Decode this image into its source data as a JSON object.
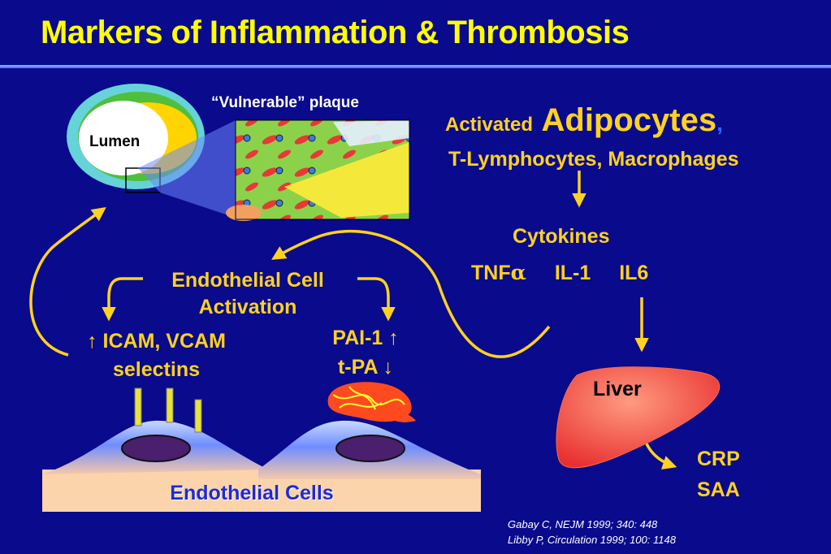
{
  "slide": {
    "title": "Markers of Inflammation & Thrombosis",
    "colors": {
      "background": "#0a0a8c",
      "title": "#ffff00",
      "label": "#ffd21f",
      "accent": "#3366ff",
      "liver": "#f03a3a"
    }
  },
  "plaque": {
    "caption": "“Vulnerable” plaque",
    "lumen_label": "Lumen"
  },
  "sources": {
    "activated": "Activated",
    "adipocytes": "Adipocytes",
    "comma": ",",
    "cells": "T-Lymphocytes, Macrophages"
  },
  "cytokines": {
    "heading": "Cytokines",
    "tnf": "TNF",
    "tnf_symbol": "α",
    "il1": "IL-1",
    "il6": "IL6"
  },
  "endothelial": {
    "activation_line1": "Endothelial Cell",
    "activation_line2": "Activation",
    "adhesion_line1": "↑ ICAM, VCAM",
    "adhesion_line2": "selectins",
    "pai": "PAI-1 ↑",
    "tpa": "t-PA ↓",
    "cells_label": "Endothelial Cells"
  },
  "liver": {
    "label": "Liver",
    "products": [
      "CRP",
      "SAA"
    ]
  },
  "references": [
    "Gabay C, NEJM 1999; 340: 448",
    "Libby P, Circulation 1999; 100: 1148"
  ]
}
